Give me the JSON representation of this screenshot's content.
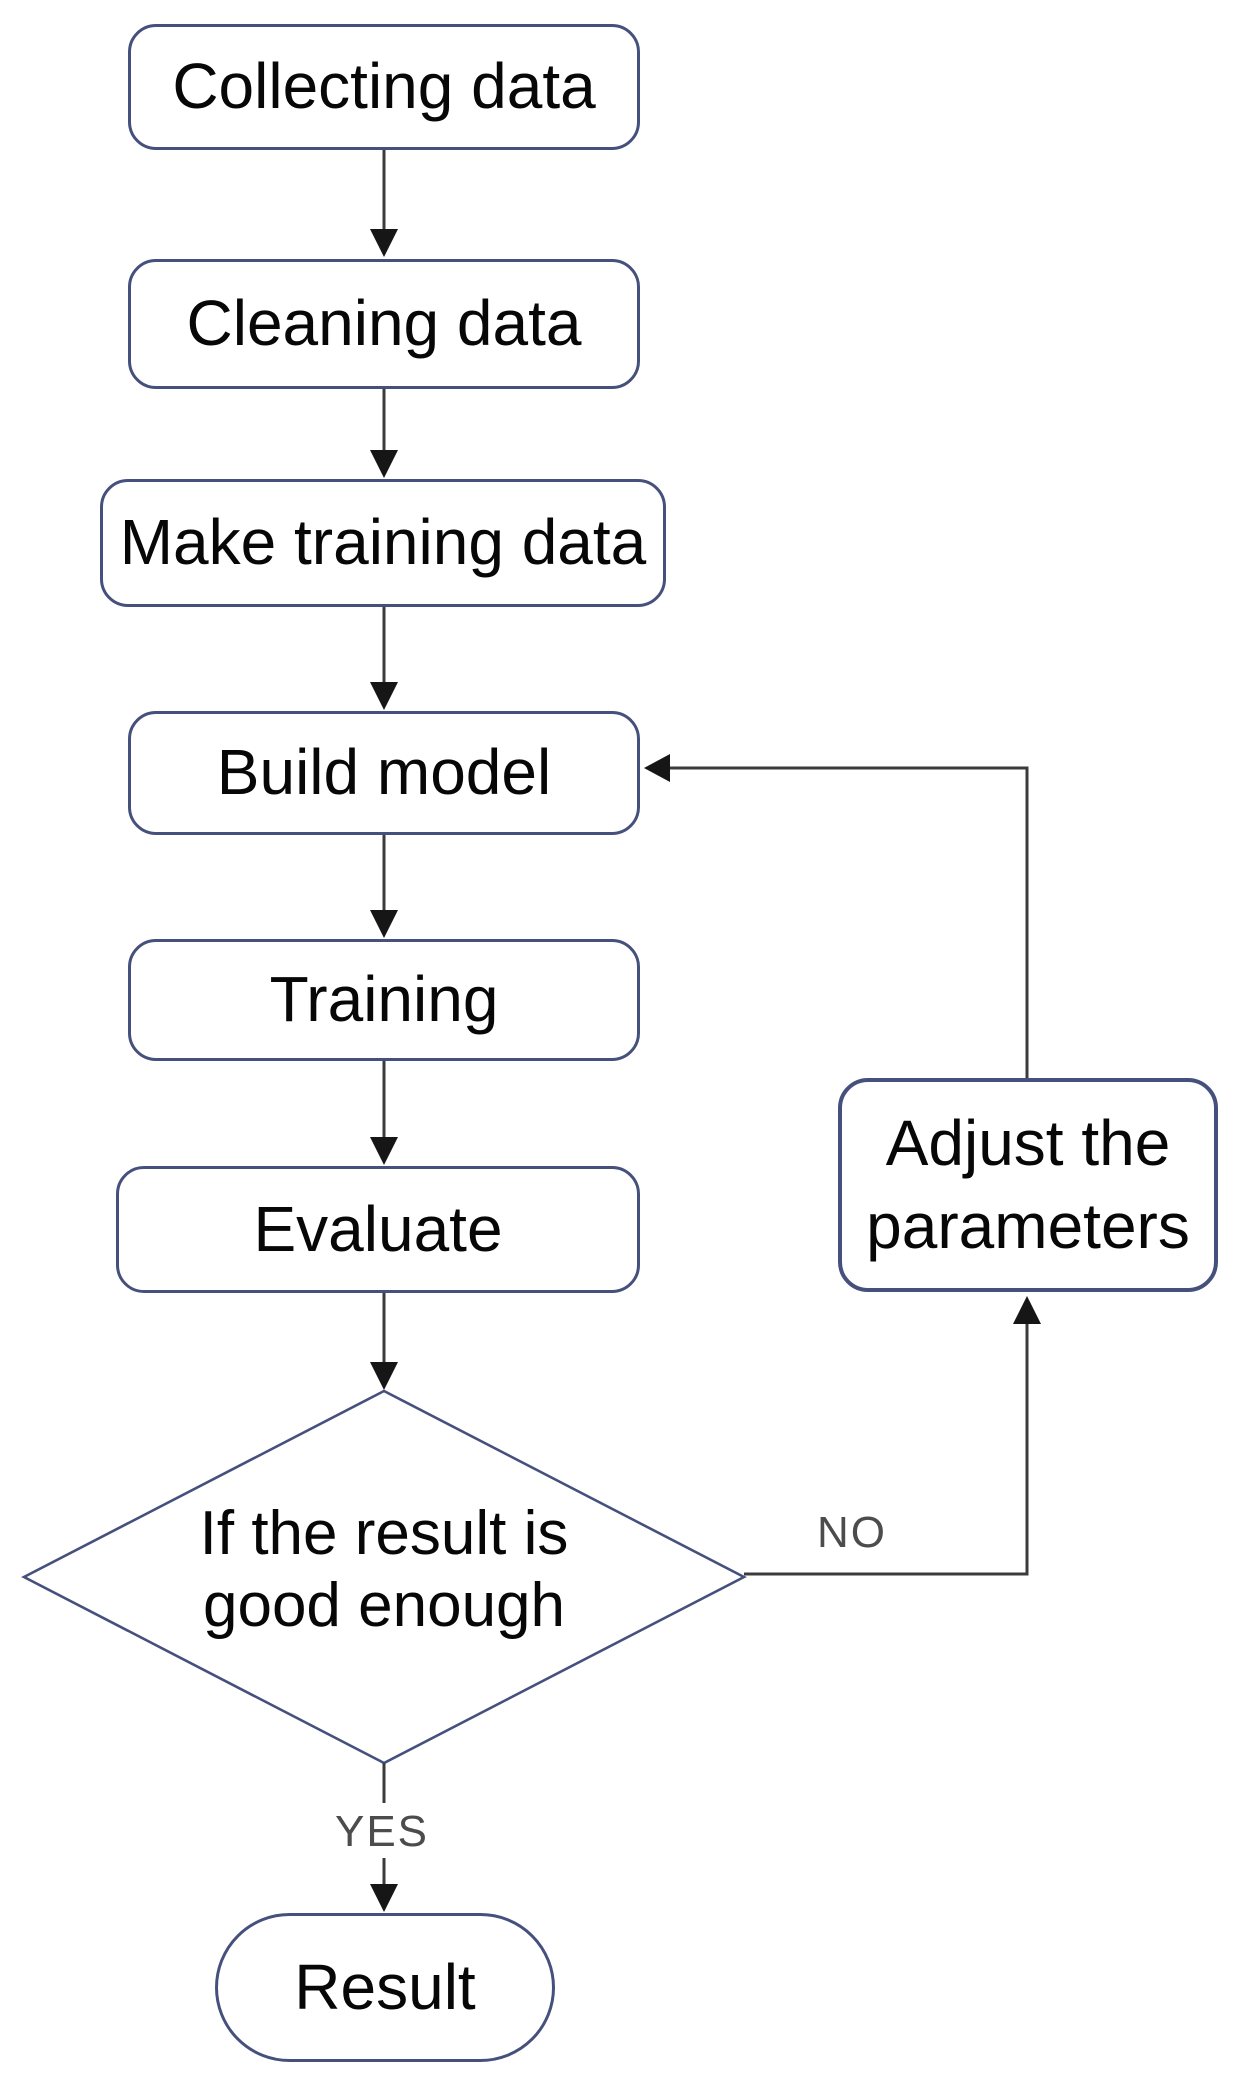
{
  "colors": {
    "background": "#ffffff",
    "node_border": "#46507c",
    "node_text": "#070707",
    "connector": "#3b3b3b",
    "arrowhead": "#161616",
    "branch_label": "#4c4c4c"
  },
  "nodes": {
    "collecting": {
      "label": "Collecting data",
      "type": "process"
    },
    "cleaning": {
      "label": "Cleaning data",
      "type": "process"
    },
    "make_training": {
      "label": "Make training data",
      "type": "process"
    },
    "build_model": {
      "label": "Build model",
      "type": "process"
    },
    "training": {
      "label": "Training",
      "type": "process"
    },
    "evaluate": {
      "label": "Evaluate",
      "type": "process"
    },
    "decision": {
      "label": "If the result is\ngood enough",
      "type": "decision"
    },
    "adjust": {
      "label": "Adjust the\nparameters",
      "type": "process"
    },
    "result": {
      "label": "Result",
      "type": "terminator"
    }
  },
  "edges": {
    "no_branch": {
      "label": "NO"
    },
    "yes_branch": {
      "label": "YES"
    },
    "flow": [
      {
        "from": "collecting",
        "to": "cleaning"
      },
      {
        "from": "cleaning",
        "to": "make_training"
      },
      {
        "from": "make_training",
        "to": "build_model"
      },
      {
        "from": "build_model",
        "to": "training"
      },
      {
        "from": "training",
        "to": "evaluate"
      },
      {
        "from": "evaluate",
        "to": "decision"
      },
      {
        "from": "decision",
        "to": "adjust",
        "condition": "NO"
      },
      {
        "from": "adjust",
        "to": "build_model"
      },
      {
        "from": "decision",
        "to": "result",
        "condition": "YES"
      }
    ]
  }
}
